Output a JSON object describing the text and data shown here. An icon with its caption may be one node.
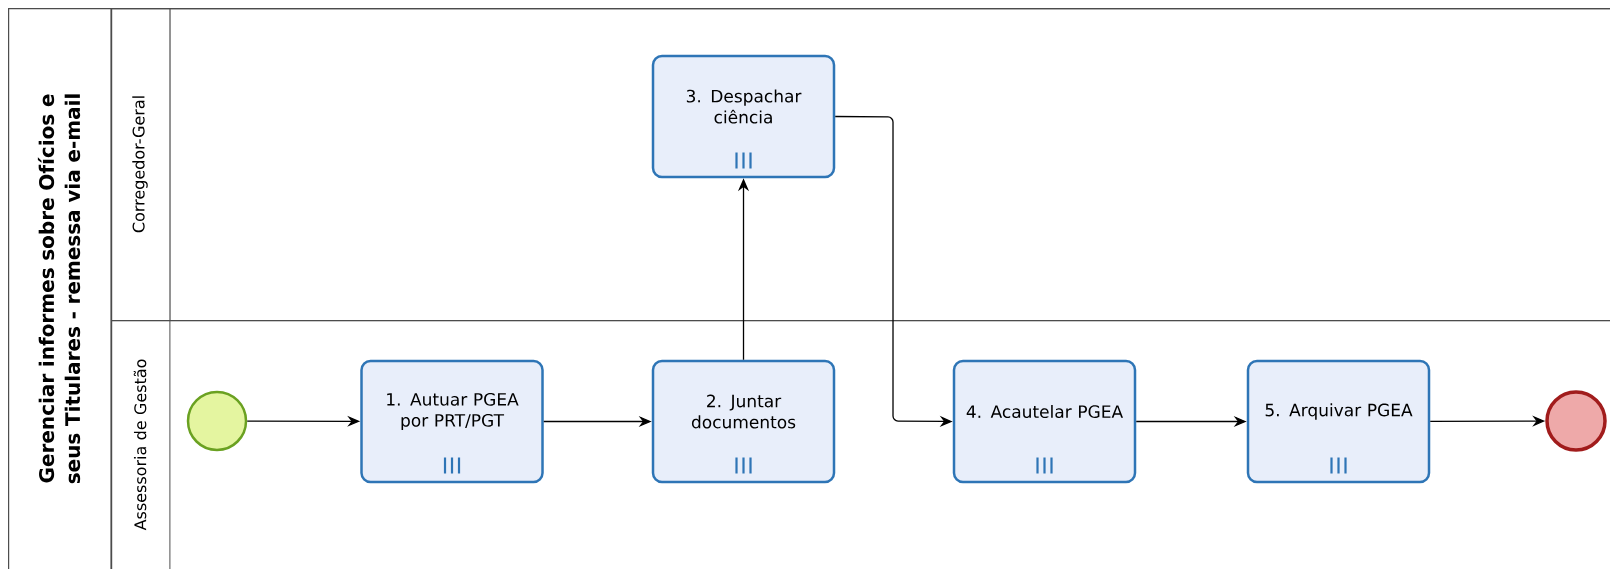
{
  "diagram": {
    "nodes": [
      {
        "text": [
          "Gerenciar informes sobre Ofícios e seus Titulares - remessa via e-mail"
        ]
      },
      {
        "text": [
          "Corregedor-Geral"
        ],
        "in": 0
      },
      {
        "text": [
          "Assessoria de Gestão"
        ],
        "in": 0
      },
      {
        "text": [
          "3. Despachar ciência"
        ],
        "in": 1
      },
      {
        "text": [],
        "shape": "circle",
        "in": 2
      },
      {
        "text": [
          "1. Autuar PGEA por PRT/PGT"
        ],
        "in": 2
      },
      {
        "text": [
          "2. Juntar documentos"
        ],
        "in": 2
      },
      {
        "text": [
          "4. Acautelar PGEA"
        ],
        "in": 2
      },
      {
        "text": [
          "5. Arquivar PGEA"
        ],
        "in": 2
      },
      {
        "text": [],
        "shape": "circle",
        "in": 2
      }
    ],
    "edges": [
      {
        "from": 4,
        "to": 5,
        "arrow": "to"
      },
      {
        "from": 5,
        "to": 6,
        "arrow": "to"
      },
      {
        "from": 6,
        "to": 3,
        "arrow": "to"
      },
      {
        "from": 3,
        "to": 7,
        "arrow": "to"
      },
      {
        "from": 7,
        "to": 8,
        "arrow": "to"
      },
      {
        "from": 8,
        "to": 9,
        "arrow": "to"
      }
    ]
  }
}
